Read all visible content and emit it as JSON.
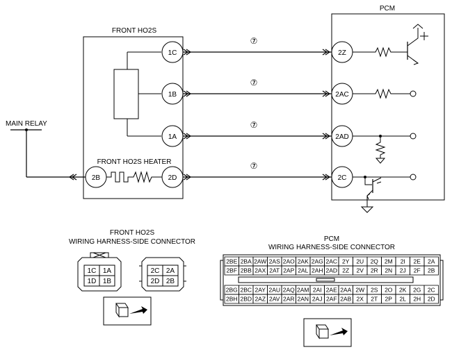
{
  "labels": {
    "pcm_title": "PCM",
    "sensor_title": "FRONT HO2S",
    "heater_title": "FRONT HO2S HEATER",
    "main_relay": "MAIN RELAY"
  },
  "sensor_pins": [
    "1C",
    "1B",
    "1A",
    "2D"
  ],
  "heater_left_pin": "2B",
  "pcm_pins": [
    "2Z",
    "2AC",
    "2AD",
    "2C"
  ],
  "wire_codes": [
    "⑦",
    "⑦",
    "⑦",
    "⑦"
  ],
  "ho2s_connector": {
    "title_line1": "FRONT HO2S",
    "title_line2": "WIRING HARNESS-SIDE CONNECTOR",
    "left_grid": [
      [
        "1C",
        "1A"
      ],
      [
        "1D",
        "1B"
      ]
    ],
    "right_grid": [
      [
        "2C",
        "2A"
      ],
      [
        "2D",
        "2B"
      ]
    ]
  },
  "pcm_connector": {
    "title_line1": "PCM",
    "title_line2": "WIRING HARNESS-SIDE CONNECTOR",
    "top_rows": [
      [
        "2BE",
        "2BA",
        "2AW",
        "2AS",
        "2AO",
        "2AK",
        "2AG",
        "2AC",
        "2Y",
        "2U",
        "2Q",
        "2M",
        "2I",
        "2E",
        "2A"
      ],
      [
        "2BF",
        "2BB",
        "2AX",
        "2AT",
        "2AP",
        "2AL",
        "2AH",
        "2AD",
        "2Z",
        "2V",
        "2R",
        "2N",
        "2J",
        "2F",
        "2B"
      ]
    ],
    "bottom_rows": [
      [
        "2BG",
        "2BC",
        "2AY",
        "2AU",
        "2AQ",
        "2AM",
        "2AI",
        "2AE",
        "2AA",
        "2W",
        "2S",
        "2O",
        "2K",
        "2G",
        "2C"
      ],
      [
        "2BH",
        "2BD",
        "2AZ",
        "2AV",
        "2AR",
        "2AN",
        "2AJ",
        "2AF",
        "2AB",
        "2X",
        "2T",
        "2P",
        "2L",
        "2H",
        "2D"
      ]
    ]
  }
}
